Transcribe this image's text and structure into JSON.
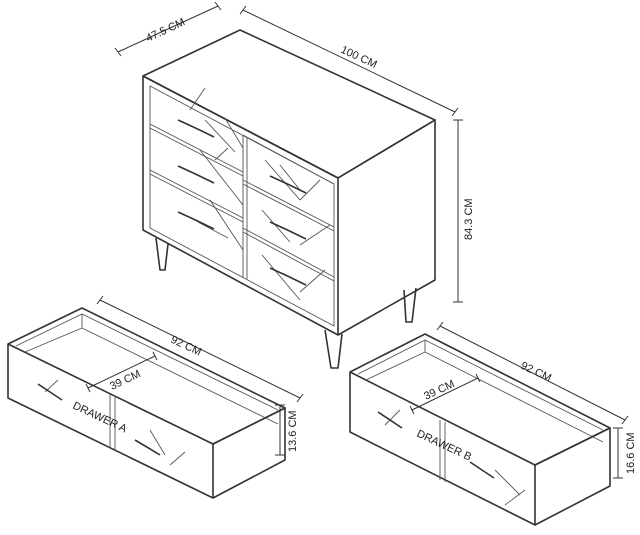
{
  "chest": {
    "dim_depth": "47.5 CM",
    "dim_width": "100 CM",
    "dim_height": "84.3 CM"
  },
  "drawer_a": {
    "label": "DRAWER A",
    "dim_width": "92 CM",
    "dim_depth": "39 CM",
    "dim_height": "13.6 CM"
  },
  "drawer_b": {
    "label": "DRAWER B",
    "dim_width": "92 CM",
    "dim_depth": "39 CM",
    "dim_height": "16.6 CM"
  }
}
